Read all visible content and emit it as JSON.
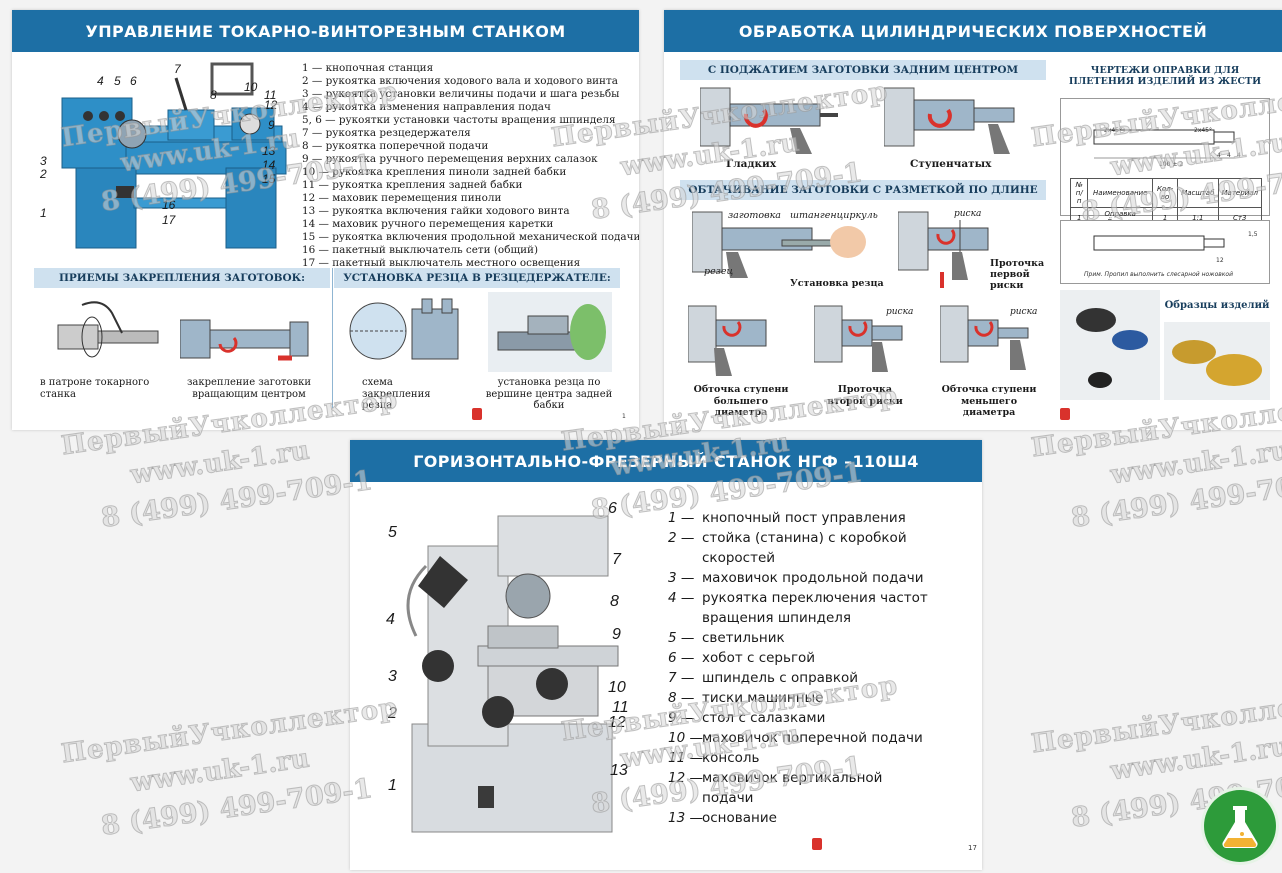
{
  "lathe": {
    "title": "УПРАВЛЕНИЕ ТОКАРНО-ВИНТОРЕЗНЫМ СТАНКОМ",
    "legend": [
      "1 — кнопочная станция",
      "2 — рукоятка включения ходового вала и ходового винта",
      "3 — рукоятка установки величины подачи и шага резьбы",
      "4 — рукоятка изменения направления подач",
      "5, 6 — рукоятки установки частоты вращения шпинделя",
      "7 — рукоятка резцедержателя",
      "8 — рукоятка поперечной подачи",
      "9 — рукоятка ручного перемещения верхних салазок",
      "10 — рукоятка крепления пиноли задней бабки",
      "11 — рукоятка крепления задней бабки",
      "12 — маховик перемещения пиноли",
      "13 — рукоятка включения гайки ходового винта",
      "14 — маховик ручного перемещения каретки",
      "15 — рукоятка включения продольной механической подачи",
      "16 — пакетный выключатель сети (общий)",
      "17 — пакетный выключатель местного освещения"
    ],
    "callouts": [
      "1",
      "2",
      "3",
      "4",
      "5",
      "6",
      "7",
      "8",
      "9",
      "10",
      "11",
      "12",
      "13",
      "14",
      "15",
      "16",
      "17"
    ],
    "clamping_title": "ПРИЕМЫ ЗАКРЕПЛЕНИЯ ЗАГОТОВОК:",
    "clamping_captions": [
      "в патроне токарного станка",
      "закрепление заготовки вращающим центром"
    ],
    "tool_title": "УСТАНОВКА РЕЗЦА В РЕЗЦЕДЕРЖАТЕЛЕ:",
    "tool_captions": [
      "схема закрепления резца",
      "установка резца по вершине центра задней бабки"
    ],
    "page_number": "1"
  },
  "cyl": {
    "title": "ОБРАБОТКА ЦИЛИНДРИЧЕСКИХ ПОВЕРХНОСТЕЙ",
    "tailstock_title": "С ПОДЖАТИЕМ ЗАГОТОВКИ ЗАДНИМ ЦЕНТРОМ",
    "tailstock_captions": [
      "Гладких",
      "Ступенчатых"
    ],
    "marking_title": "ОБТАЧИВАНИЕ ЗАГОТОВКИ С РАЗМЕТКОЙ ПО ДЛИНЕ",
    "marking_labels": [
      "заготовка",
      "штангенциркуль",
      "резец",
      "Установка резца",
      "риска",
      "Проточка первой риски"
    ],
    "step_captions": [
      "Обточка ступени большего диаметра",
      "Проточка второй риски",
      "Обточка ступени меньшего диаметра"
    ],
    "step_labels": [
      "риска",
      "риска"
    ],
    "drawings_title": "ЧЕРТЕЖИ ОПРАВКИ ДЛЯ ПЛЕТЕНИЯ ИЗДЕЛИЙ ИЗ ЖЕСТИ",
    "drawing_dims": [
      "2х45°",
      "2х45°",
      "100 ± 2",
      "4",
      "4",
      "4",
      "12",
      "1,5"
    ],
    "table_header": [
      "№ п/п",
      "Наименование",
      "Кол-во",
      "Масштаб",
      "Материал"
    ],
    "table_row": [
      "1",
      "Оправка «Ёлочка»",
      "1",
      "1:1",
      "Ст3"
    ],
    "drawing_note": "Прим. Пропил выполнить слесарной ножовкой",
    "samples_title": "Образцы изделий"
  },
  "mill": {
    "title": "ГОРИЗОНТАЛЬНО-ФРЕЗЕРНЫЙ СТАНОК НГФ –110Ш4",
    "callouts": [
      "1",
      "2",
      "3",
      "4",
      "5",
      "6",
      "7",
      "8",
      "9",
      "10",
      "11",
      "12",
      "13"
    ],
    "legend": [
      {
        "n": "1",
        "t": "кнопочный пост управления"
      },
      {
        "n": "2",
        "t": "стойка (станина) с коробкой"
      },
      {
        "n": "",
        "t": "скоростей"
      },
      {
        "n": "3",
        "t": "маховичок продольной подачи"
      },
      {
        "n": "4",
        "t": "рукоятка переключения частот"
      },
      {
        "n": "",
        "t": "вращения шпинделя"
      },
      {
        "n": "5",
        "t": "светильник"
      },
      {
        "n": "6",
        "t": "хобот с серьгой"
      },
      {
        "n": "7",
        "t": "шпиндель с оправкой"
      },
      {
        "n": "8",
        "t": "тиски машинные"
      },
      {
        "n": "9",
        "t": "стол с салазками"
      },
      {
        "n": "10",
        "t": "маховичок поперечной подачи"
      },
      {
        "n": "11",
        "t": "консоль"
      },
      {
        "n": "12",
        "t": "маховичок вертикальной"
      },
      {
        "n": "",
        "t": "подачи"
      },
      {
        "n": "13",
        "t": "основание"
      }
    ],
    "page_number": "17"
  },
  "watermark": {
    "name": "ПервыйУчколлектор",
    "url": "www.uk-1.ru",
    "phone": "8 (499) 499-709-1"
  },
  "colors": {
    "header": "#1d6fa5",
    "subheader": "#cfe1ef",
    "machine": "#2e8fc7",
    "part": "#9fb6c9",
    "cut": "#d9322c",
    "logo": "#2d9b3a"
  }
}
